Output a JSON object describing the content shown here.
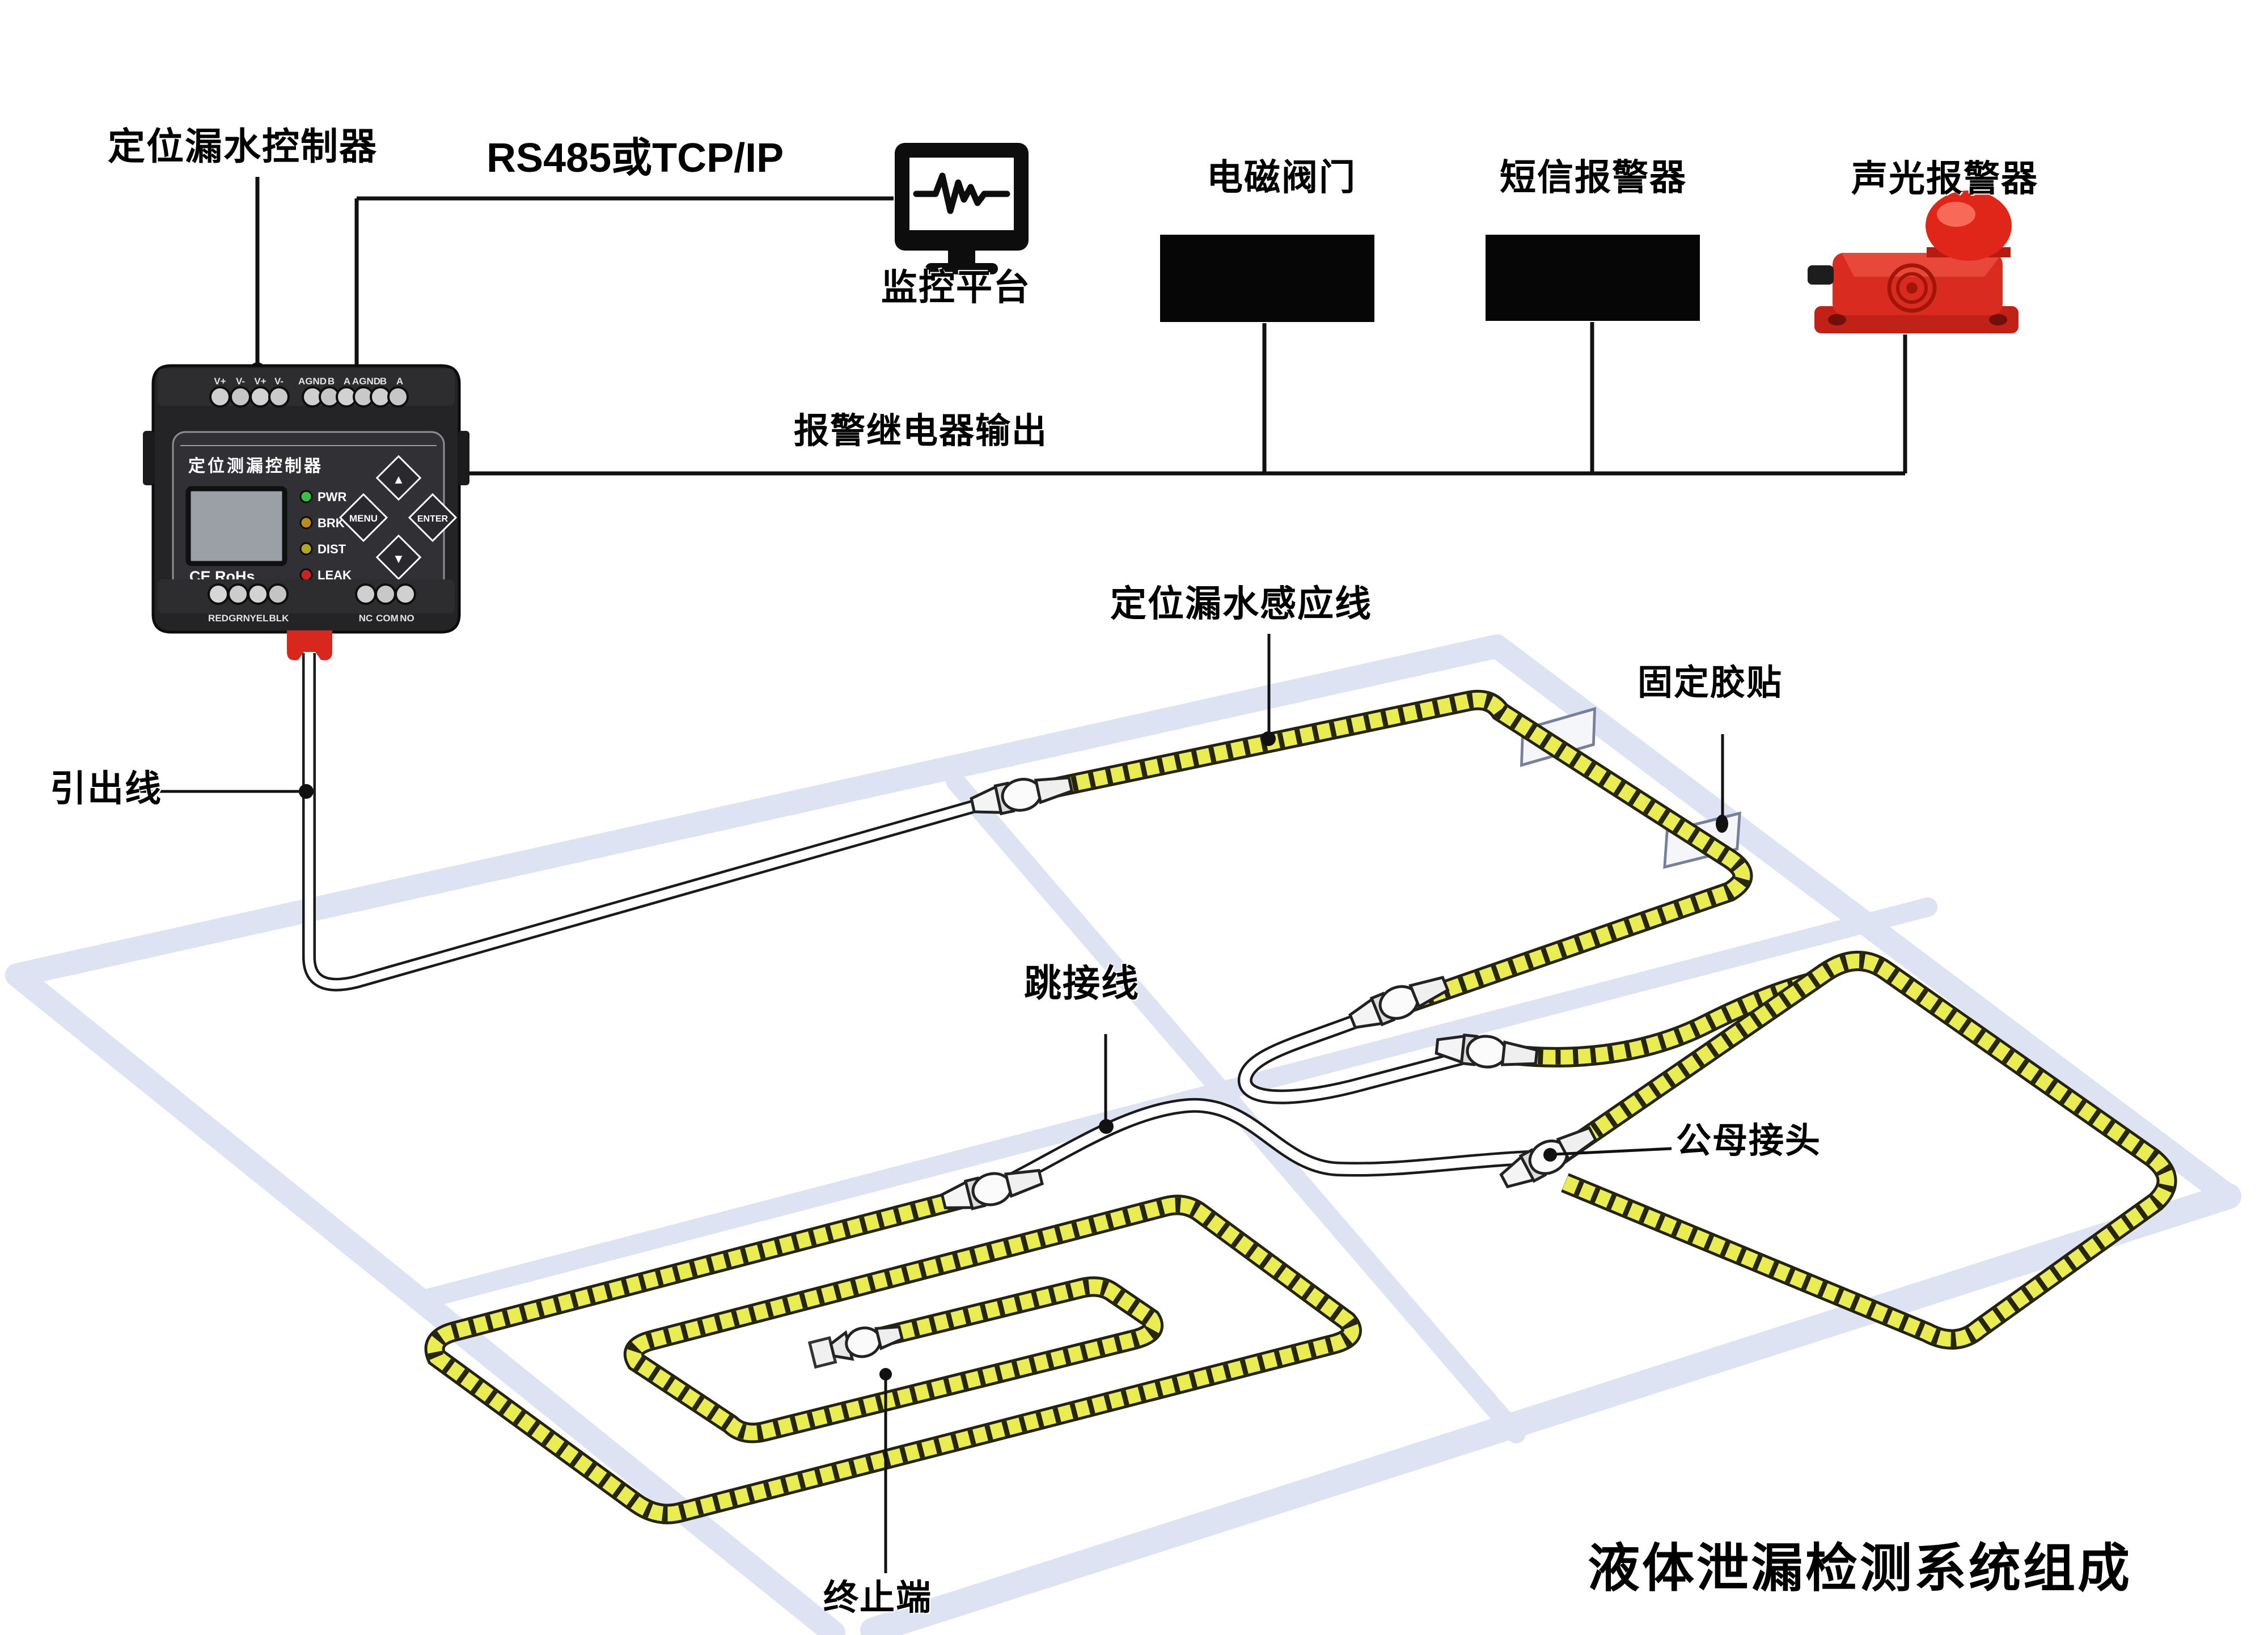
{
  "title": "液体泄漏检测系统组成",
  "labels": {
    "controller": "定位漏水控制器",
    "rs485": "RS485或TCP/IP",
    "monitor": "监控平台",
    "valve": "电磁阀门",
    "sms_alarm": "短信报警器",
    "sound_light_alarm": "声光报警器",
    "relay_output": "报警继电器输出",
    "sensing_cable": "定位漏水感应线",
    "fixing_tape": "固定胶贴",
    "leadout_wire": "引出线",
    "jumper_wire": "跳接线",
    "connector": "公母接头",
    "terminator": "终止端"
  },
  "controller": {
    "panel_title": "定位测漏控制器",
    "cert": "CE RoHs",
    "leds": [
      "PWR",
      "BRK",
      "DIST",
      "LEAK"
    ],
    "buttons": {
      "up": "▲",
      "down": "▼",
      "menu": "MENU",
      "enter": "ENTER"
    },
    "top_terminals": [
      "V+",
      "V-",
      "V+",
      "V-",
      "AGND",
      "B",
      "A",
      "AGND",
      "B",
      "A"
    ],
    "bottom_left_terminals": [
      "RED",
      "GRN",
      "YEL",
      "BLK"
    ],
    "bottom_right_terminals": [
      "NC",
      "COM",
      "NO"
    ]
  },
  "colors": {
    "cable_yellow": "#e9ed52",
    "cable_outline": "#23230f",
    "floor_line": "#dde3f2",
    "alarm_red": "#d92b1f",
    "lcd_gray": "#9aa0a6",
    "led_power_green": "#35c04a",
    "led_leak_red": "#cc2222"
  }
}
